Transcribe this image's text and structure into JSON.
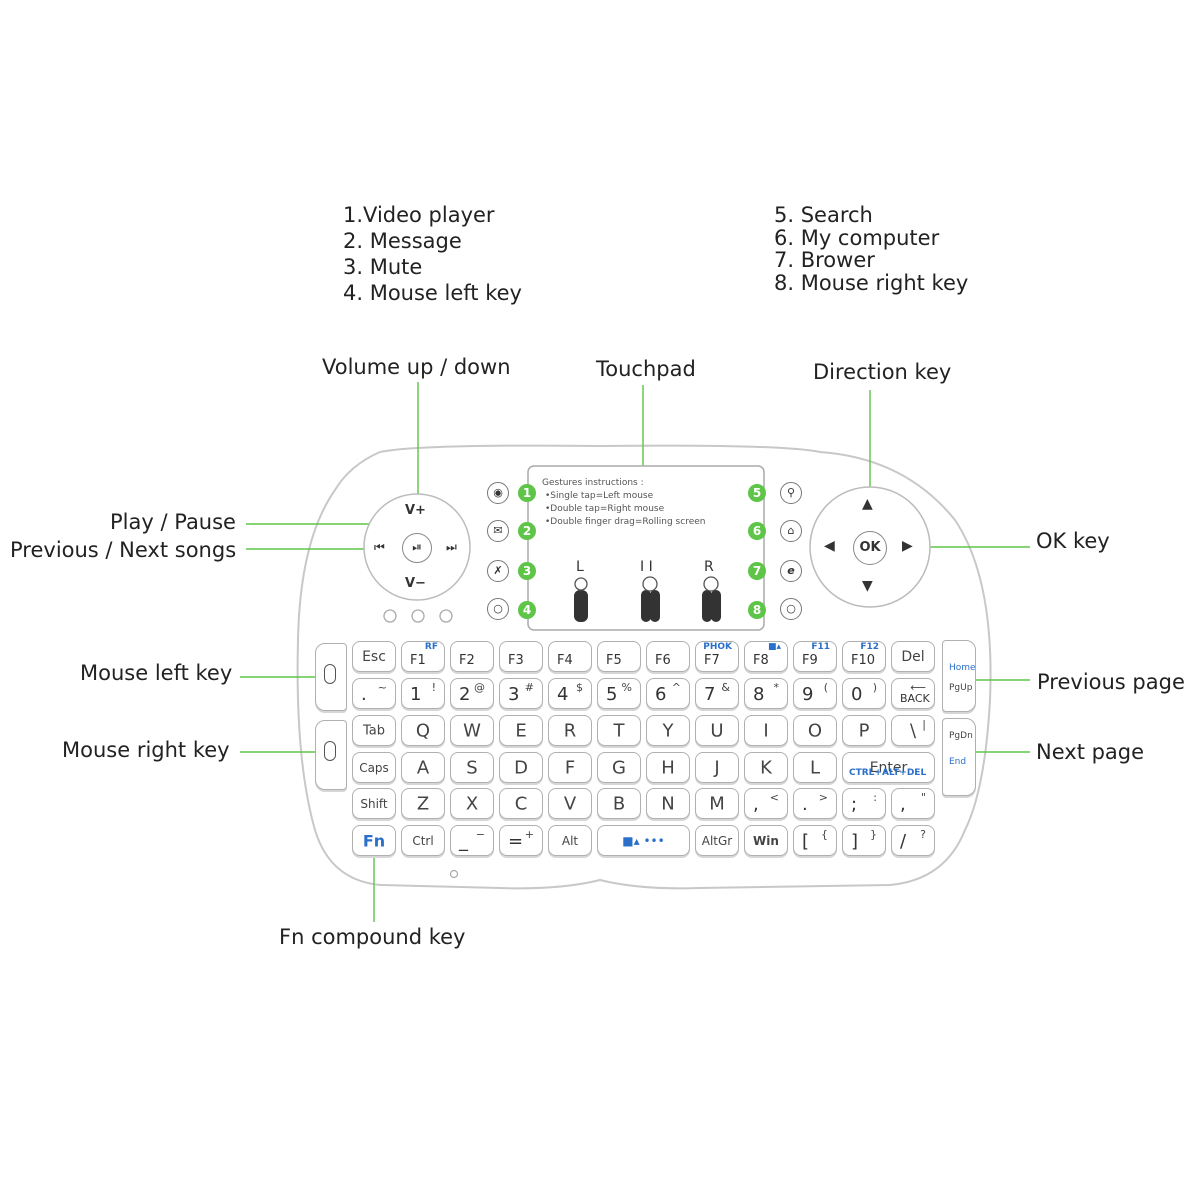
{
  "legend_left": [
    "1.Video player",
    "2. Message",
    "3. Mute",
    "4. Mouse left key"
  ],
  "legend_right": [
    "5. Search",
    "6. My computer",
    "7. Brower",
    "8. Mouse right key"
  ],
  "callouts": {
    "volume": "Volume up / down",
    "touchpad": "Touchpad",
    "direction": "Direction key",
    "play_pause": "Play / Pause",
    "prev_next": "Previous / Next songs",
    "ok_key": "OK key",
    "mouse_left": "Mouse left key",
    "previous_page": "Previous page",
    "mouse_right": "Mouse right key",
    "next_page": "Next page",
    "fn_compound": "Fn compound key"
  },
  "touchpad": {
    "title": "Gestures instructions :",
    "lines": [
      "•Single tap=Left mouse",
      "•Double tap=Right mouse",
      "•Double finger drag=Rolling screen"
    ],
    "letters": [
      "L",
      "I I",
      "R"
    ]
  },
  "dpad_left": {
    "up": "V+",
    "down": "V−",
    "center": "⏯",
    "left": "⏮",
    "right": "⏭"
  },
  "dpad_right": {
    "center": "OK"
  },
  "side_numbers": [
    "1",
    "2",
    "3",
    "4",
    "5",
    "6",
    "7",
    "8"
  ],
  "keys": {
    "row1": [
      {
        "main": "Esc"
      },
      {
        "main": "F1",
        "fn": "RF"
      },
      {
        "main": "F2"
      },
      {
        "main": "F3"
      },
      {
        "main": "F4"
      },
      {
        "main": "F5"
      },
      {
        "main": "F6"
      },
      {
        "main": "F7",
        "fn": "PHOK"
      },
      {
        "main": "F8",
        "fn": "■▴"
      },
      {
        "main": "F9",
        "fn": "F11"
      },
      {
        "main": "F10",
        "fn": "F12"
      },
      {
        "main": "Del"
      }
    ],
    "row2": [
      {
        "main": ".",
        "sup": "~"
      },
      {
        "main": "1",
        "sup": "!"
      },
      {
        "main": "2",
        "sup": "@"
      },
      {
        "main": "3",
        "sup": "#"
      },
      {
        "main": "4",
        "sup": "$"
      },
      {
        "main": "5",
        "sup": "%"
      },
      {
        "main": "6",
        "sup": "^"
      },
      {
        "main": "7",
        "sup": "&"
      },
      {
        "main": "8",
        "sup": "*"
      },
      {
        "main": "9",
        "sup": "("
      },
      {
        "main": "0",
        "sup": ")"
      },
      {
        "main": "BACK",
        "sup": "⟵"
      }
    ],
    "row3": [
      {
        "main": "Tab"
      },
      {
        "main": "Q"
      },
      {
        "main": "W"
      },
      {
        "main": "E"
      },
      {
        "main": "R"
      },
      {
        "main": "T"
      },
      {
        "main": "Y"
      },
      {
        "main": "U"
      },
      {
        "main": "I"
      },
      {
        "main": "O"
      },
      {
        "main": "P"
      },
      {
        "main": "\\",
        "sup": "|"
      }
    ],
    "row4": [
      {
        "main": "Caps"
      },
      {
        "main": "A"
      },
      {
        "main": "S"
      },
      {
        "main": "D"
      },
      {
        "main": "F"
      },
      {
        "main": "G"
      },
      {
        "main": "H"
      },
      {
        "main": "J"
      },
      {
        "main": "K"
      },
      {
        "main": "L"
      },
      {
        "main": "Enter",
        "sub": "CTRL+ALT+DEL"
      }
    ],
    "row5": [
      {
        "main": "Shift"
      },
      {
        "main": "Z"
      },
      {
        "main": "X"
      },
      {
        "main": "C"
      },
      {
        "main": "V"
      },
      {
        "main": "B"
      },
      {
        "main": "N"
      },
      {
        "main": "M"
      },
      {
        "main": ",",
        "sup": "<"
      },
      {
        "main": ".",
        "sup": ">"
      },
      {
        "main": ";",
        "sup": ":"
      },
      {
        "main": ",",
        "sup": "\""
      }
    ],
    "row6": [
      {
        "main": "Fn"
      },
      {
        "main": "Ctrl"
      },
      {
        "main": "_",
        "sup": "−"
      },
      {
        "main": "=",
        "sup": "+"
      },
      {
        "main": "Alt"
      },
      {
        "main": "■▴ •••"
      },
      {
        "main": "AltGr"
      },
      {
        "main": "Win"
      },
      {
        "main": "[",
        "sup": "{"
      },
      {
        "main": "]",
        "sup": "}"
      },
      {
        "main": "/",
        "sup": "?"
      }
    ],
    "right_side": [
      {
        "top": "Home",
        "bottom": "PgUp"
      },
      {
        "top": "PgDn",
        "bottom": "End"
      }
    ]
  },
  "colors": {
    "accent_green": "#5ec548",
    "fn_blue": "#2a6fc9",
    "outline": "#b0b0b0",
    "callout_line": "#5ec548"
  }
}
